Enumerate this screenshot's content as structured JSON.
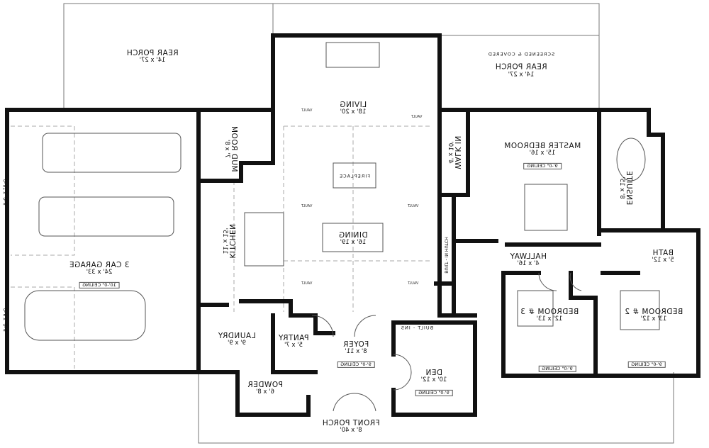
{
  "rooms": {
    "rear_porch": {
      "name": "REAR PORCH",
      "dim": "14' x 27'"
    },
    "screened_porch": {
      "note": "SCREENED & COVERED",
      "name": "REAR PORCH",
      "dim": "14' x 27'"
    },
    "living": {
      "name": "LIVING",
      "dim": "18' x 20'"
    },
    "fireplace": {
      "name": "FIREPLACE"
    },
    "dining": {
      "name": "DINING",
      "dim": "16' x 19'"
    },
    "kitchen": {
      "name": "KITCHEN",
      "dim": "11' x 15'"
    },
    "mud_room": {
      "name": "MUD ROOM",
      "dim": "7' x 8'"
    },
    "garage": {
      "name": "3 CAR GARAGE",
      "dim": "24' x 33'",
      "ceiling": "10'-0\" CEILING",
      "door1": "9'-0\" x 16'-0\"",
      "door2": "9'-0\" x 9'-0\""
    },
    "walk_in": {
      "name": "WALK IN",
      "dim": "4' x 10'"
    },
    "master": {
      "name": "MASTER BEDROOM",
      "dim": "15' x 16'",
      "ceiling": "9'-0\" CEILING"
    },
    "ensuite": {
      "name": "ENSUITE",
      "dim": "8' x 15'"
    },
    "hutch": {
      "name": "BUILT - IN HUTCH"
    },
    "hallway": {
      "name": "HALLWAY",
      "dim": "4' x 16'"
    },
    "bath": {
      "name": "BATH",
      "dim": "5' x 12'"
    },
    "bedroom3": {
      "name": "BEDROOM # 3",
      "dim": "12' x 13'",
      "ceiling": "9'-0\" CEILING"
    },
    "bedroom2": {
      "name": "BEDROOM # 2",
      "dim": "13' x 12'",
      "ceiling": "9'-0\" CEILING"
    },
    "den": {
      "builtins": "BUILT - INS",
      "name": "DEN",
      "dim": "10' x 12'",
      "ceiling": "9'-0\" CEILING"
    },
    "foyer": {
      "name": "FOYER",
      "dim": "8' x 11'",
      "ceiling": "9'-0\" CEILING"
    },
    "pantry": {
      "name": "PANTRY",
      "dim": "5' x 7'"
    },
    "laundry": {
      "name": "LAUNDRY",
      "dim": "9' x 9'"
    },
    "powder": {
      "name": "POWDER",
      "dim": "6' x 8'"
    },
    "front_porch": {
      "name": "FRONT PORCH",
      "dim": "8' x 40'"
    }
  },
  "vault_label": "VAULT"
}
